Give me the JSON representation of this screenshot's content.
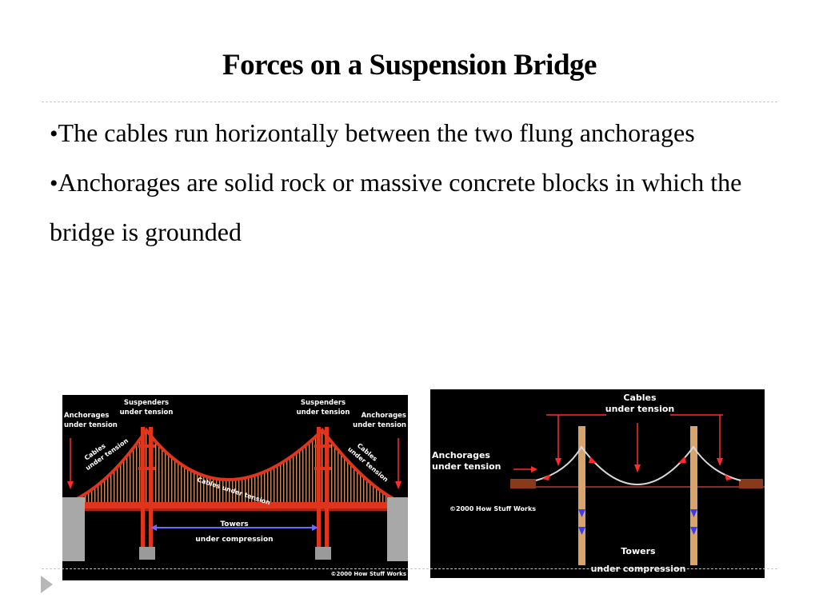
{
  "slide": {
    "title": "Forces on a Suspension Bridge",
    "bullets": [
      "The cables run horizontally between the two flung anchorages",
      "Anchorages are solid rock or massive concrete blocks in which the bridge is grounded"
    ]
  },
  "figure_left": {
    "labels": {
      "anchorages_left": [
        "Anchorages",
        "under tension"
      ],
      "suspenders_left": [
        "Suspenders",
        "under tension"
      ],
      "suspenders_right": [
        "Suspenders",
        "under tension"
      ],
      "anchorages_right": [
        "Anchorages",
        "under tension"
      ],
      "cables_left": [
        "Cables",
        "under tension"
      ],
      "cables_mid": "Cables under tension",
      "cables_right": [
        "Cables",
        "under tension"
      ],
      "towers": [
        "Towers",
        "under compression"
      ],
      "copyright": "©2000 How Stuff Works"
    }
  },
  "figure_right": {
    "labels": {
      "cables": [
        "Cables",
        "under tension"
      ],
      "anchorages": [
        "Anchorages",
        "under tension"
      ],
      "copyright": "©2000 How Stuff Works",
      "towers": [
        "Towers",
        "under compression"
      ]
    }
  },
  "colors": {
    "bridge_red": "#e0341c",
    "arrow_red": "#ff2a2a",
    "arrow_blue": "#3a3aff",
    "tower_tan": "#d9a46c"
  }
}
